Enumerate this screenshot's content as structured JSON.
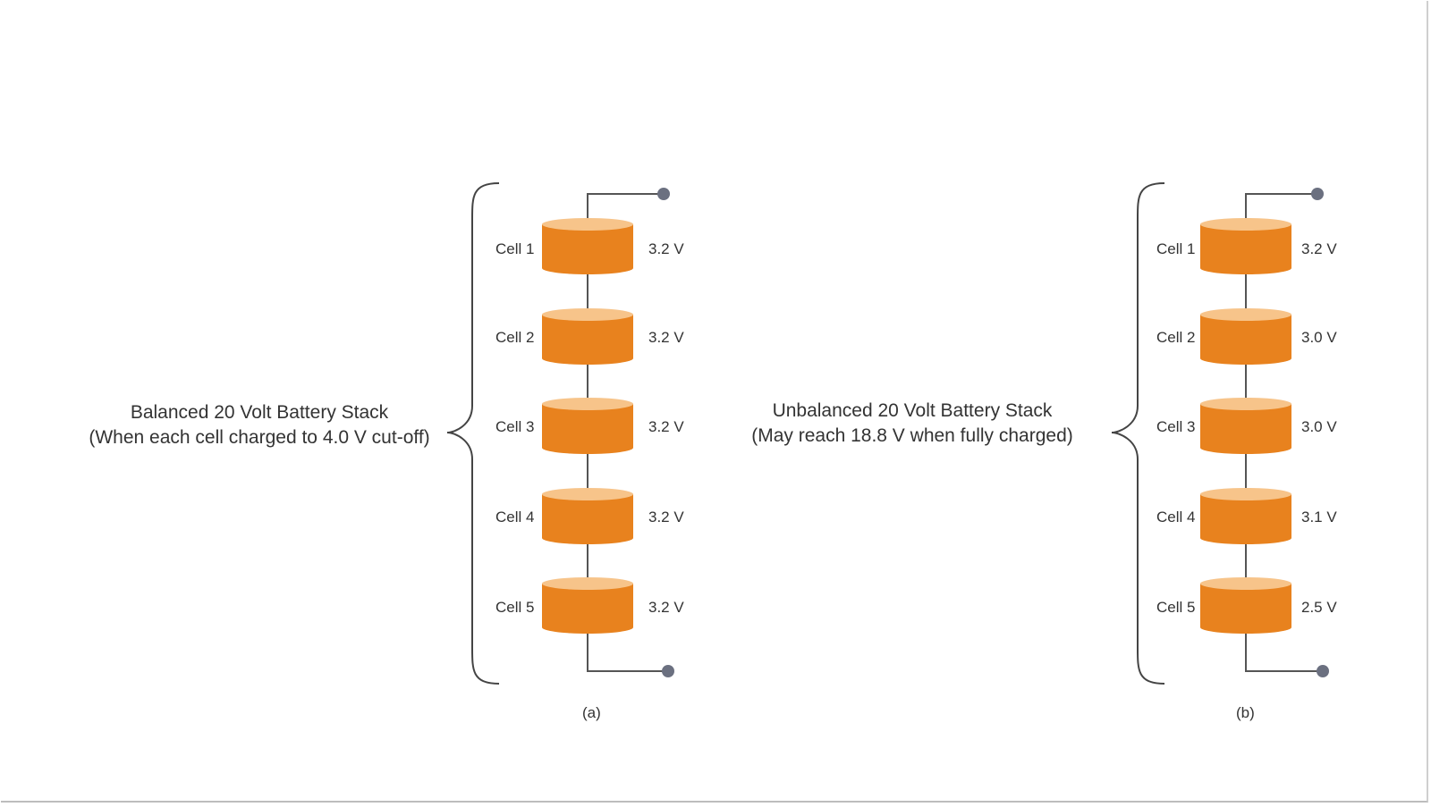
{
  "stacks": [
    {
      "title": "Balanced 20 Volt Battery Stack",
      "subtitle": "(When each cell charged to 4.0 V cut-off)",
      "caption": "(a)",
      "cells": [
        {
          "label": "Cell 1",
          "voltage": "3.2 V"
        },
        {
          "label": "Cell 2",
          "voltage": "3.2 V"
        },
        {
          "label": "Cell 3",
          "voltage": "3.2 V"
        },
        {
          "label": "Cell 4",
          "voltage": "3.2 V"
        },
        {
          "label": "Cell 5",
          "voltage": "3.2 V"
        }
      ]
    },
    {
      "title": "Unbalanced 20 Volt Battery Stack",
      "subtitle": "(May reach 18.8 V when fully charged)",
      "caption": "(b)",
      "cells": [
        {
          "label": "Cell 1",
          "voltage": "3.2 V"
        },
        {
          "label": "Cell 2",
          "voltage": "3.0 V"
        },
        {
          "label": "Cell 3",
          "voltage": "3.0 V"
        },
        {
          "label": "Cell 4",
          "voltage": "3.1 V"
        },
        {
          "label": "Cell 5",
          "voltage": "2.5 V"
        }
      ]
    }
  ],
  "colors": {
    "cell_body": "#e8821e",
    "cell_top": "#f7c48a",
    "wire": "#555555",
    "terminal": "#6b7080",
    "brace": "#444444"
  }
}
